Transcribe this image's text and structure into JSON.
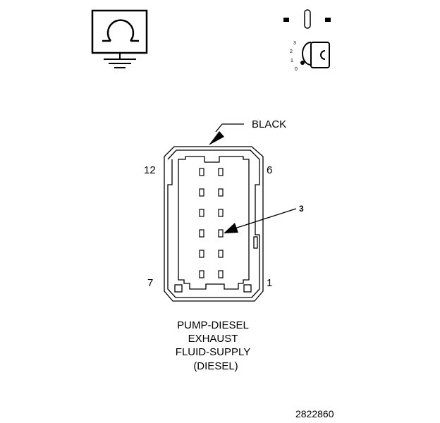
{
  "connector": {
    "color_callout": "BLACK",
    "cavity_callout": "3",
    "corner_labels": {
      "top_left": "12",
      "top_right": "6",
      "bottom_left": "7",
      "bottom_right": "1"
    },
    "title_lines": [
      "PUMP-DIESEL",
      "EXHAUST",
      "FLUID-SUPPLY",
      "(DIESEL)"
    ]
  },
  "ignition_positions": [
    "3",
    "2",
    "1",
    "0"
  ],
  "figure_number": "2822860",
  "icons": [
    "ohmmeter-ground-icon",
    "ignition-key-off-icon"
  ],
  "colors": {
    "ink": "#000000",
    "background": "#ffffff"
  }
}
